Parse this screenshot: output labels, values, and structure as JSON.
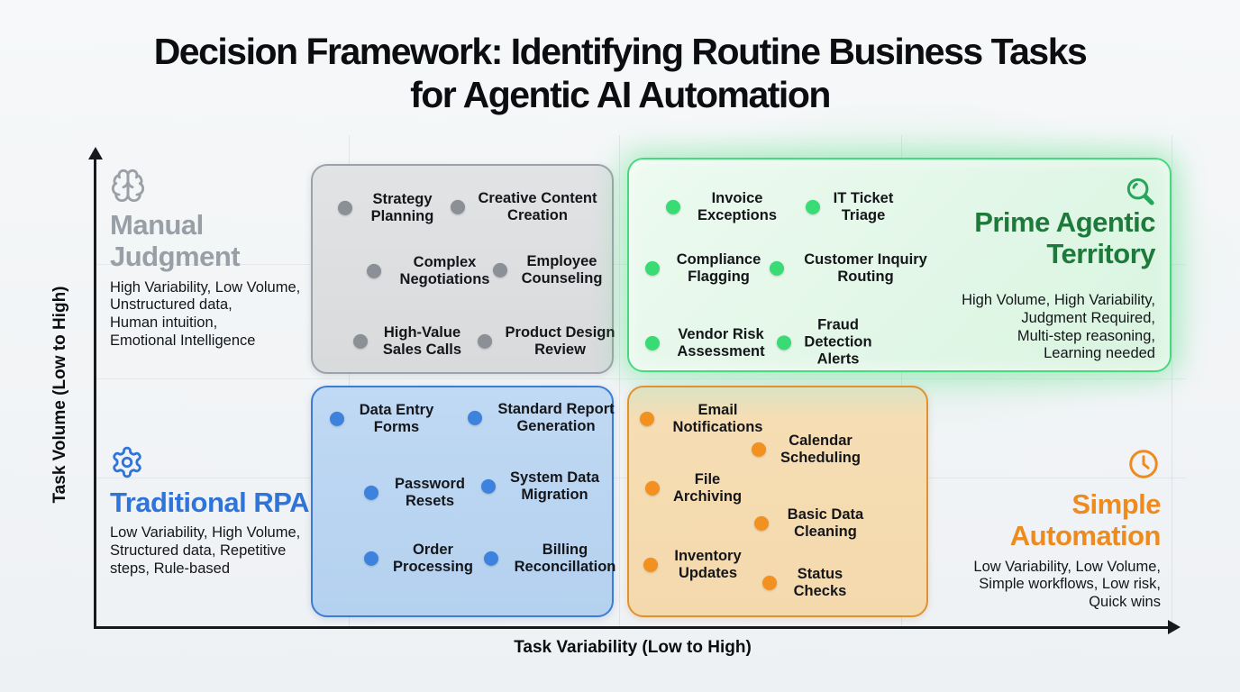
{
  "title": {
    "line1": "Decision Framework: Identifying Routine Business Tasks",
    "line2": "for Agentic AI Automation"
  },
  "axes": {
    "y_label": "Task Volume (Low to High)",
    "x_label": "Task Variability (Low to High)"
  },
  "quadrants": {
    "manual_judgment": {
      "title": "Manual Judgment",
      "icon": "brain-icon",
      "accent_color": "#999fa6",
      "dot_color": "#8b9096",
      "description": "High Variability, Low Volume,\nUnstructured data,\nHuman intuition,\nEmotional Intelligence",
      "items": [
        "Strategy Planning",
        "Creative Content Creation",
        "Complex Negotiations",
        "Employee Counseling",
        "High-Value Sales Calls",
        "Product Design Review"
      ]
    },
    "prime_agentic": {
      "title": "Prime Agentic Territory",
      "icon": "search-icon",
      "accent_color": "#1d7a3b",
      "dot_color": "#38db74",
      "description": "High Volume, High Variability,\nJudgment Required,\nMulti-step reasoning,\nLearning needed",
      "items": [
        "Invoice Exceptions",
        "IT Ticket Triage",
        "Compliance Flagging",
        "Customer Inquiry Routing",
        "Vendor Risk Assessment",
        "Fraud Detection Alerts"
      ]
    },
    "traditional_rpa": {
      "title": "Traditional RPA",
      "icon": "gear-icon",
      "accent_color": "#2e74d9",
      "dot_color": "#3d83de",
      "description": "Low Variability, High Volume,\nStructured data, Repetitive\nsteps, Rule-based",
      "items": [
        "Data Entry Forms",
        "Standard Report Generation",
        "Password Resets",
        "System Data Migration",
        "Order Processing",
        "Billing Reconcillation"
      ]
    },
    "simple_automation": {
      "title": "Simple Automation",
      "icon": "clock-icon",
      "accent_color": "#ee8b1f",
      "dot_color": "#f29120",
      "description": "Low Variability, Low Volume,\nSimple workflows, Low risk,\nQuick wins",
      "items": [
        "Email Notifications",
        "Calendar Scheduling",
        "File Archiving",
        "Basic Data Cleaning",
        "Inventory Updates",
        "Status Checks"
      ]
    }
  }
}
